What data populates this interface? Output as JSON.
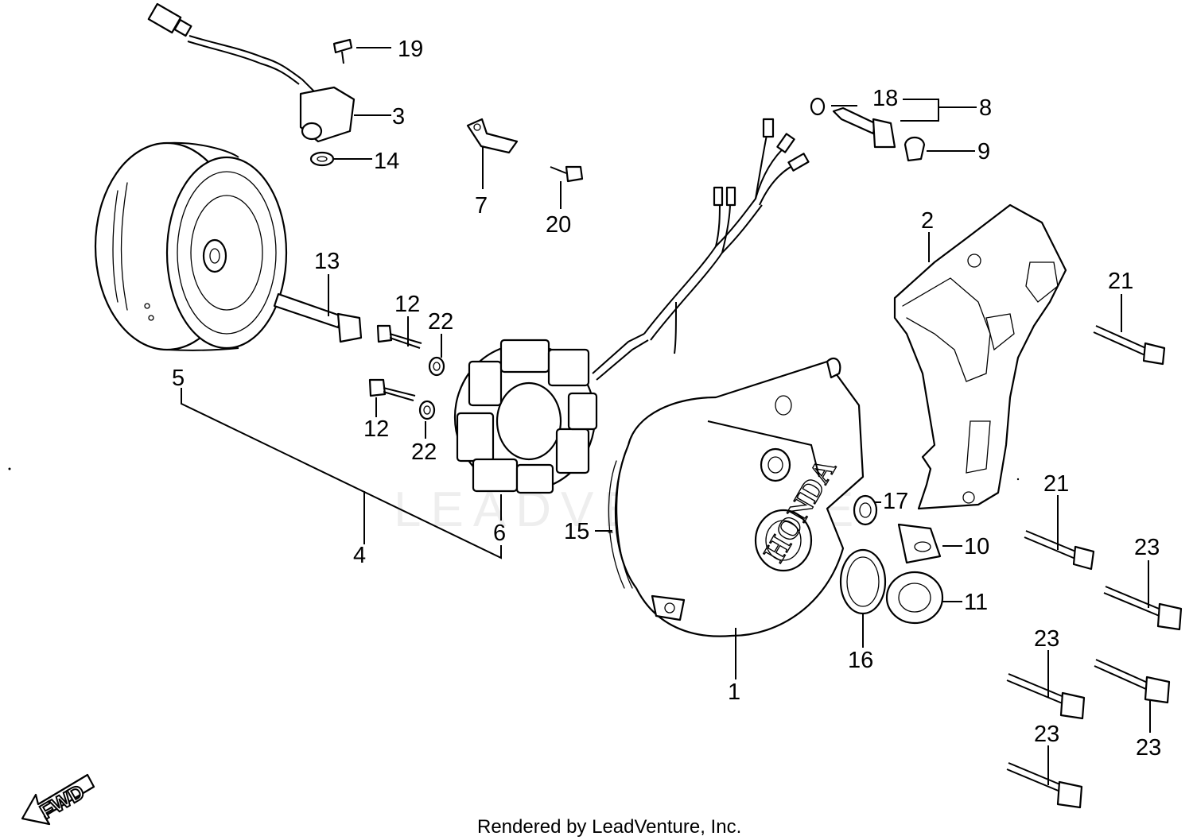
{
  "footer": {
    "credit": "Rendered by LeadVenture, Inc."
  },
  "watermark": {
    "text": "LEADVENTURE"
  },
  "cover_brand": {
    "text": "HONDA"
  },
  "direction": {
    "label": "FWD"
  },
  "callouts": {
    "p1": "1",
    "p2": "2",
    "p3": "3",
    "p4": "4",
    "p5": "5",
    "p6": "6",
    "p7": "7",
    "p8": "8",
    "p9": "9",
    "p10": "10",
    "p11": "11",
    "p12a": "12",
    "p12b": "12",
    "p13": "13",
    "p14": "14",
    "p15": "15",
    "p16": "16",
    "p17": "17",
    "p18": "18",
    "p19": "19",
    "p20": "20",
    "p21a": "21",
    "p21b": "21",
    "p22a": "22",
    "p22b": "22",
    "p23a": "23",
    "p23b": "23",
    "p23c": "23",
    "p23d": "23"
  }
}
